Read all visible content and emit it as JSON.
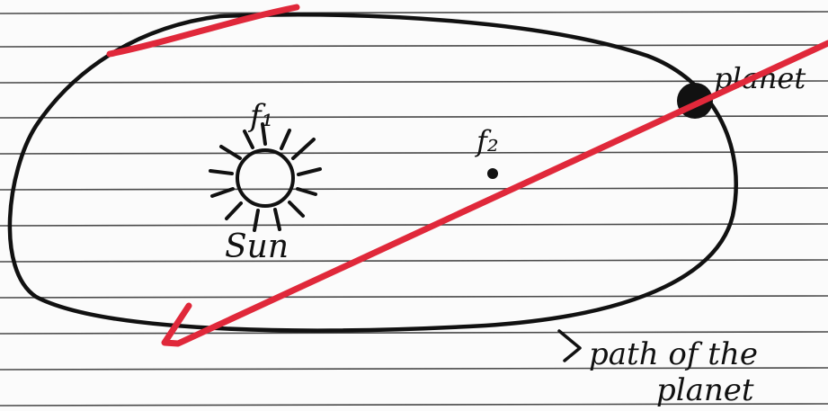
{
  "labels": {
    "focus1": "f₁",
    "focus2": "f₂",
    "sun": "Sun",
    "planet": "planet",
    "path_line1": "path of the",
    "path_line2": "planet"
  },
  "colors": {
    "paper": "#fbfbfb",
    "ruled_line": "#2a2a2a",
    "ink": "#111111",
    "red_mark": "#e0283a"
  },
  "icons": {
    "sun": "sun-icon",
    "planet": "planet-dot-icon"
  }
}
